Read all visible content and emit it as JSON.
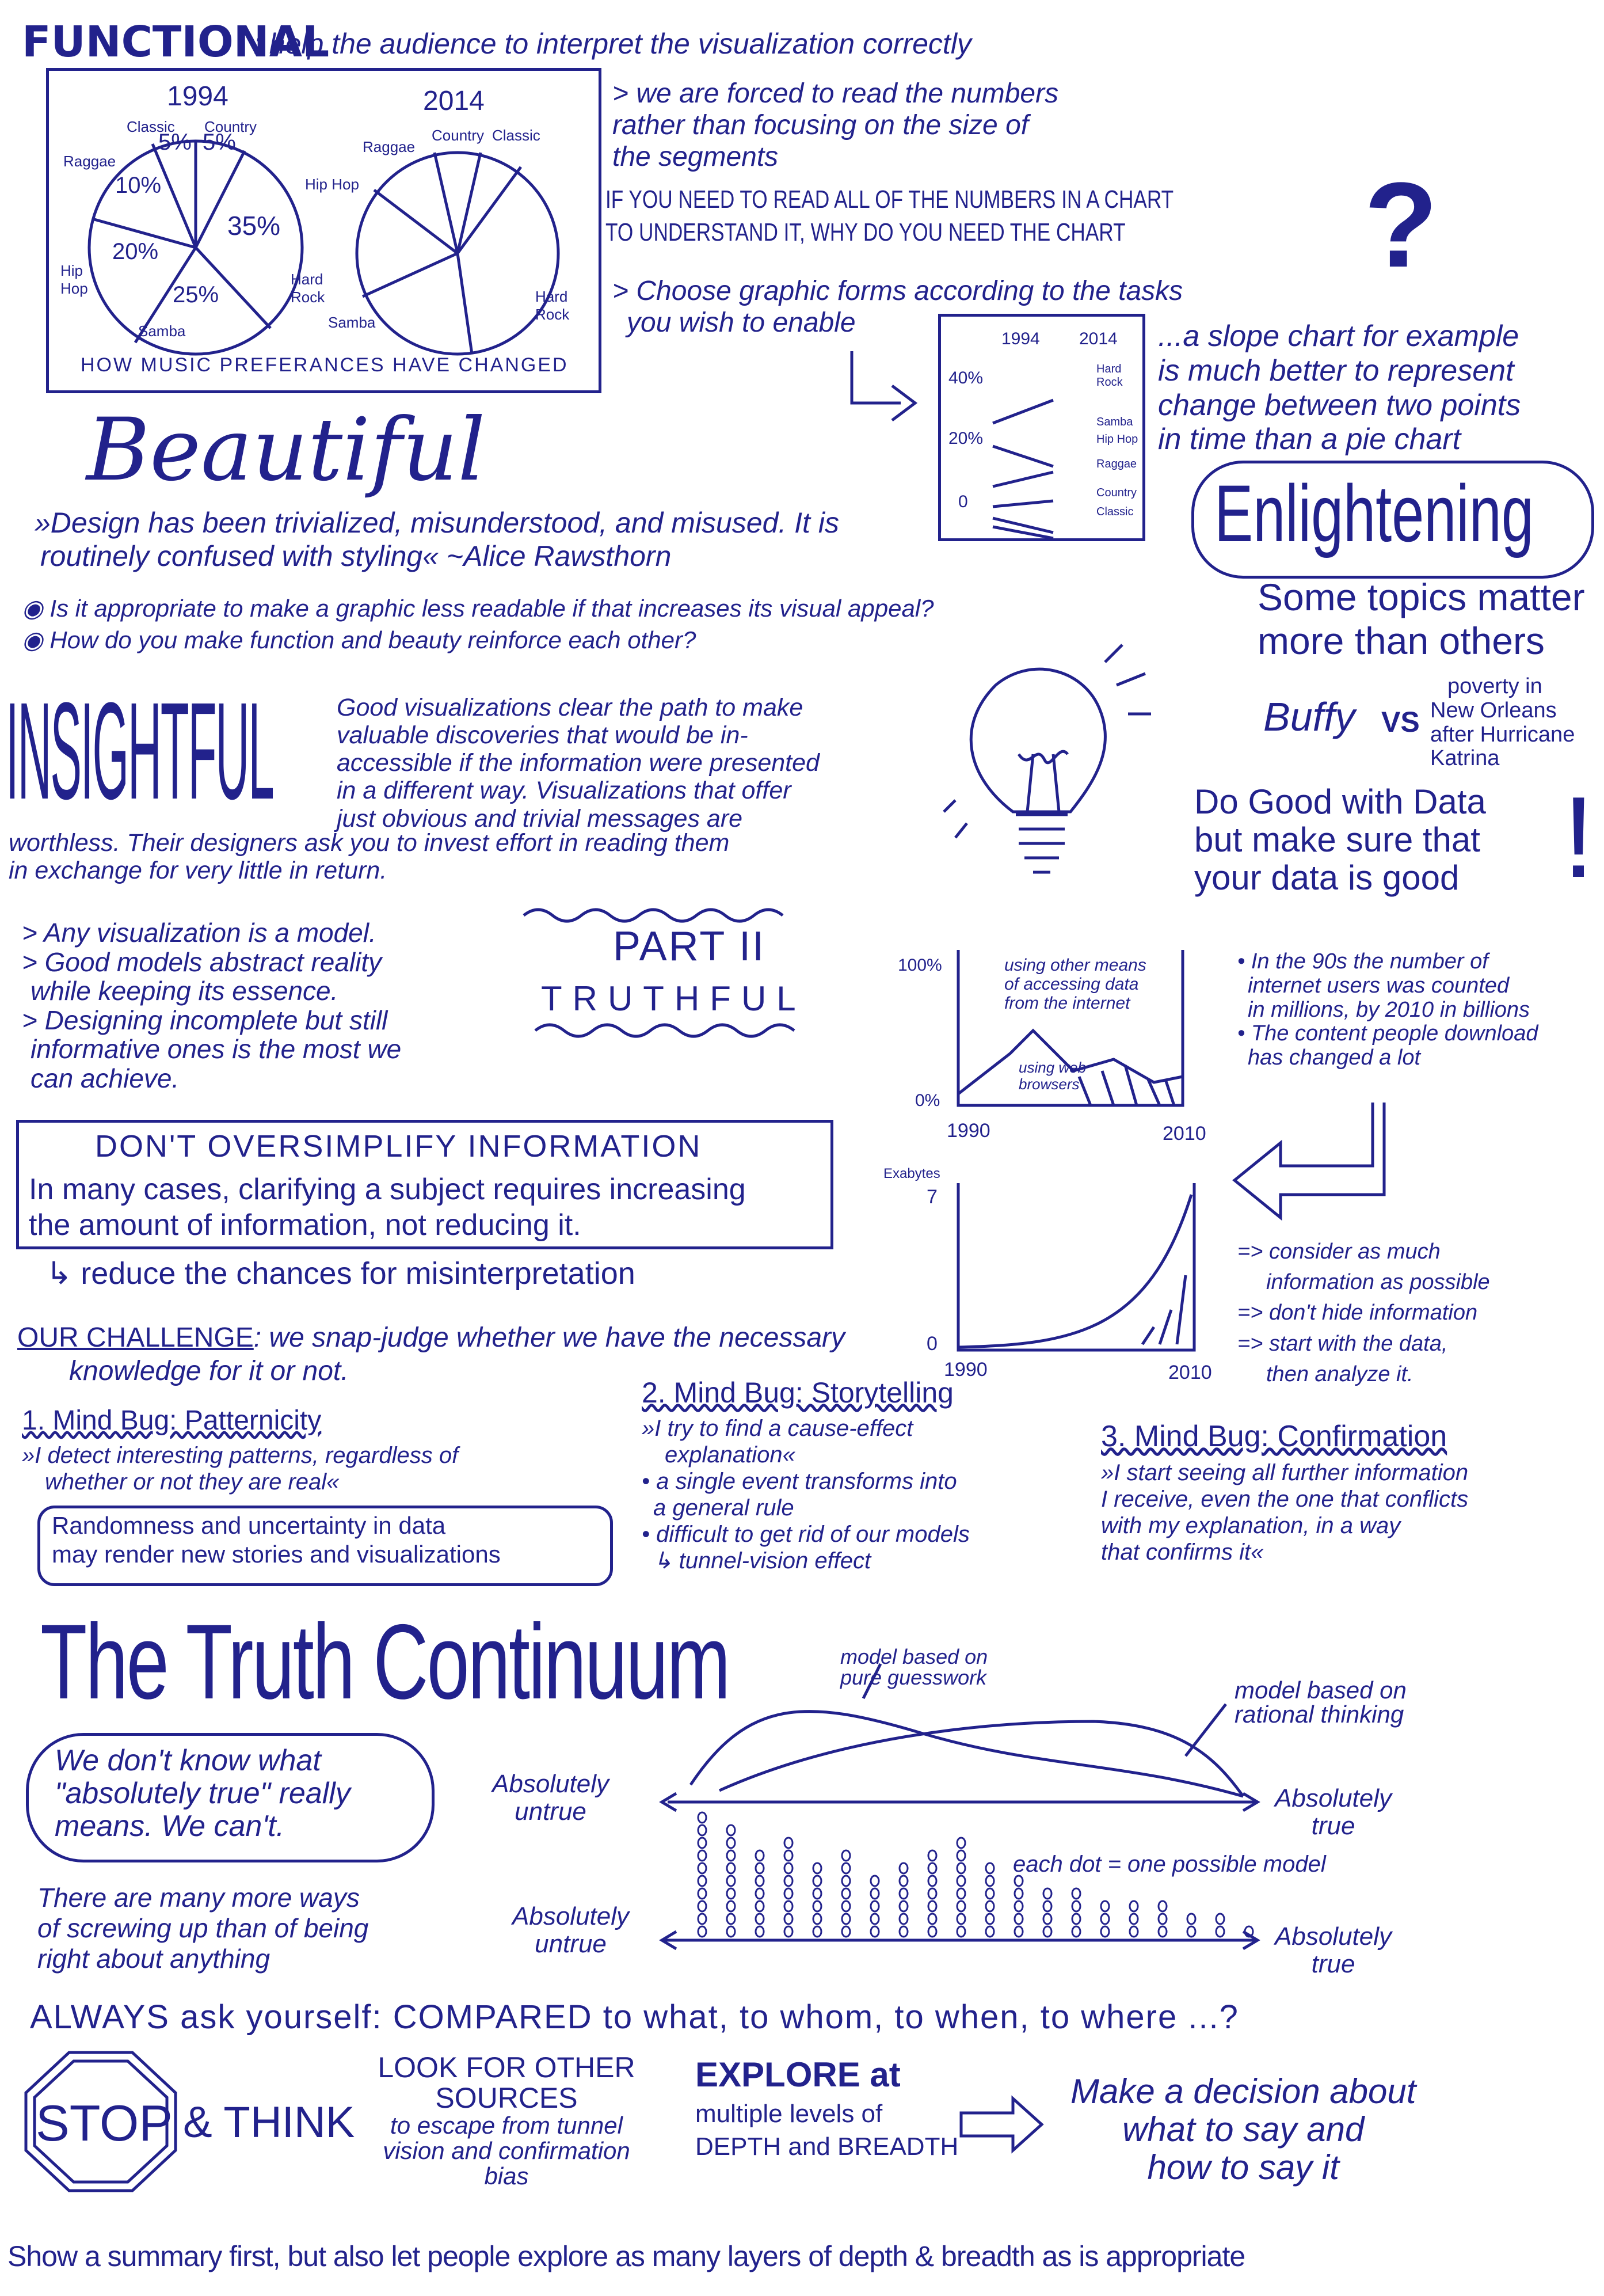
{
  "functional": {
    "title": "FUNCTIONAL",
    "subtitle": ": help the audience to interpret the visualization correctly",
    "pie_title": "HOW MUSIC PREFERANCES HAVE CHANGED",
    "pie_1994": {
      "year": "1994",
      "labels": [
        "Classic",
        "Country",
        "Raggae",
        "Hip Hop",
        "Samba",
        "Hard Rock"
      ],
      "percents": [
        "5%",
        "5%",
        "10%",
        "20%",
        "25%",
        "35%"
      ]
    },
    "pie_2014": {
      "year": "2014",
      "labels": [
        "Raggae",
        "Country",
        "Classic",
        "Hip Hop",
        "Samba",
        "Hard Rock"
      ]
    },
    "note1": [
      "> we are forced to read the numbers",
      "rather than focusing on the size of",
      "the segments"
    ],
    "note2": [
      "IF YOU NEED TO READ ALL OF THE NUMBERS IN A CHART",
      "TO UNDERSTAND IT, WHY DO YOU NEED THE CHART"
    ],
    "question_mark": "?",
    "note3": [
      "> Choose graphic forms according to the tasks",
      "you wish to enable"
    ],
    "slope": {
      "years": [
        "1994",
        "2014"
      ],
      "ticks": [
        "40%",
        "20%",
        "0"
      ],
      "labels": [
        "Hard Rock",
        "Samba",
        "Hip Hop",
        "Raggae",
        "Country",
        "Classic"
      ]
    },
    "slope_note": [
      "...a slope chart for example",
      "is much better to represent",
      "change between two points",
      "in time than a pie chart"
    ]
  },
  "beautiful": {
    "title": "Beautiful",
    "quote": [
      "»Design has been trivialized, misunderstood, and misused. It is",
      "routinely confused with styling« ~Alice Rawsthorn"
    ],
    "bullets": [
      "Is it appropriate to make a graphic less readable if that increases its visual appeal?",
      "How do you make function and beauty reinforce each other?"
    ]
  },
  "enlightening": {
    "title": "Enlightening",
    "sub": [
      "Some topics matter",
      "more than others"
    ],
    "buffy": "Buffy",
    "vs": "VS",
    "poverty": [
      "poverty in",
      "New Orleans",
      "after Hurricane",
      "Katrina"
    ],
    "do_good": [
      "Do Good with Data",
      "but make sure that",
      "your data is good"
    ],
    "exclaim": "!"
  },
  "insightful": {
    "title": "INSIGHTFUL",
    "text": [
      "Good visualizations clear the path to make",
      "valuable discoveries that would be in-",
      "accessible if the information were presented",
      "in a different way. Visualizations that offer",
      "just obvious and trivial messages are",
      "worthless. Their designers ask you to invest effort in reading them",
      "in exchange for very little in return."
    ]
  },
  "truthful": {
    "part": "PART II",
    "title": "TRUTHFUL",
    "models": [
      "> Any visualization is a model.",
      "> Good models abstract reality",
      "while keeping its essence.",
      "> Designing incomplete but still",
      "informative ones is the most we",
      "can achieve."
    ],
    "area_chart": {
      "y_ticks": [
        "100%",
        "0%"
      ],
      "x_ticks": [
        "1990",
        "2010"
      ],
      "top_label": [
        "using other means",
        "of accessing data",
        "from the internet"
      ],
      "bottom_label": [
        "using web",
        "browsers"
      ]
    },
    "internet_notes": [
      "• In the 90s the number of",
      "internet users was counted",
      "in millions, by 2010 in billions",
      "• The content people download",
      "has changed a lot"
    ],
    "exp_chart": {
      "y_label": "Exabytes",
      "y_ticks": [
        "7",
        "0"
      ],
      "x_ticks": [
        "1990",
        "2010"
      ]
    },
    "exp_notes": [
      "=> consider as much",
      "information as possible",
      "=> don't hide information",
      "=> start with the data,",
      "then analyze it."
    ],
    "oversimplify_title": "DON'T OVERSIMPLIFY INFORMATION",
    "oversimplify_text": [
      "In many cases, clarifying a subject requires increasing",
      "the amount of information, not reducing it."
    ],
    "reduce": "reduce the chances for misinterpretation",
    "challenge_label": "OUR CHALLENGE",
    "challenge": [
      ": we snap-judge whether we have the necessary",
      "knowledge for it or not."
    ]
  },
  "mind_bugs": [
    {
      "title": "1. Mind Bug: Patternicity",
      "text": [
        "»I detect interesting patterns, regardless of",
        "whether or not they are real«"
      ]
    },
    {
      "title": "2. Mind Bug: Storytelling",
      "text": [
        "»I try to find a cause-effect",
        "explanation«",
        "• a single event transforms into",
        "a general rule",
        "• difficult to get rid of our models",
        "↳ tunnel-vision effect"
      ]
    },
    {
      "title": "3. Mind Bug: Confirmation",
      "text": [
        "»I start seeing all further information",
        "I receive, even the one that conflicts",
        "with my explanation, in a way",
        "that confirms it«"
      ]
    }
  ],
  "randomness": [
    "Randomness and uncertainty in data",
    "may render new stories and visualizations"
  ],
  "continuum": {
    "title": "The Truth Continuum",
    "guesswork": [
      "model based on",
      "pure guesswork"
    ],
    "rational": [
      "model based on",
      "rational thinking"
    ],
    "untrue": [
      "Absolutely",
      "untrue"
    ],
    "true": [
      "Absolutely",
      "true"
    ],
    "dot_legend": "each dot = one possible model",
    "cloud": [
      "We don't know what",
      "\"absolutely true\" really",
      "means. We can't."
    ],
    "screwing": [
      "There are many more ways",
      "of screwing up than of being",
      "right about anything"
    ]
  },
  "always": "ALWAYS ask yourself: COMPARED to what, to whom, to when, to where ...?",
  "stop": "STOP",
  "think": "& THINK",
  "look": [
    "LOOK FOR OTHER",
    "SOURCES",
    "to escape from tunnel",
    "vision and confirmation",
    "bias"
  ],
  "explore": [
    "EXPLORE at",
    "multiple levels of",
    "DEPTH and BREADTH"
  ],
  "decision": [
    "Make a decision about",
    "what to say and",
    "how to say it"
  ],
  "bottom": "Show a summary first, but also let people explore as many layers of depth & breadth as is appropriate"
}
